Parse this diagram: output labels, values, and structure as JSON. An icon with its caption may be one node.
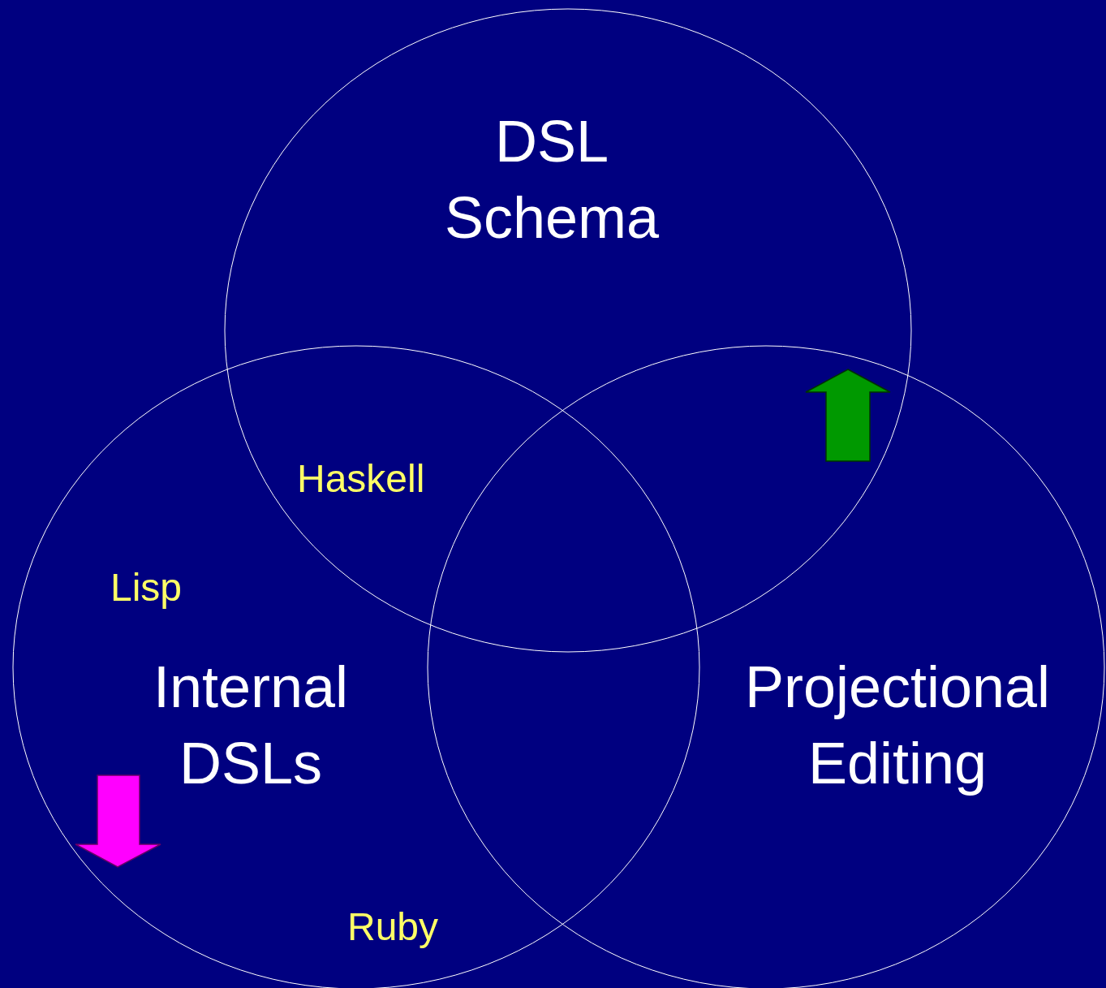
{
  "diagram": {
    "nodes": [
      {
        "text": [
          "DSL Schema"
        ]
      },
      {
        "text": [
          "Internal DSLs"
        ]
      },
      {
        "text": [
          "Projectional Editing"
        ]
      }
    ],
    "labels": [
      "Haskell",
      "Lisp",
      "Ruby"
    ]
  }
}
